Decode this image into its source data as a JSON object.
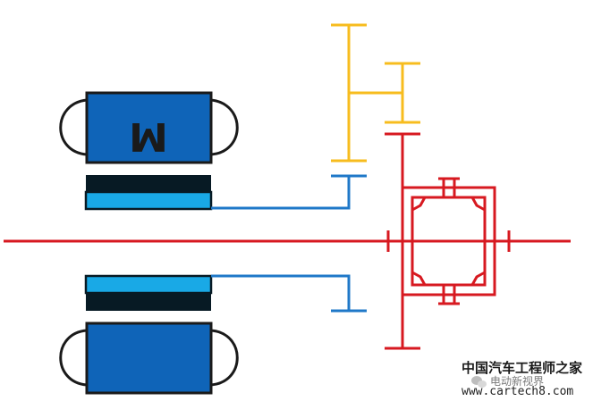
{
  "motor": {
    "label": "M"
  },
  "watermark": {
    "site_name": "中国汽车工程师之家",
    "account": "电动新视界",
    "url": "www.cartech8.com"
  },
  "colors": {
    "shaft": "#d71920",
    "motor_blue": "#0f64b8",
    "rotor_light": "#19a9e6",
    "rotor_dark": "#071a24",
    "sun_shaft": "#1f78c8",
    "gear_yellow": "#f7bc1e",
    "outline": "#1a1a1a"
  },
  "icons": {
    "wechat": "wechat-icon"
  }
}
